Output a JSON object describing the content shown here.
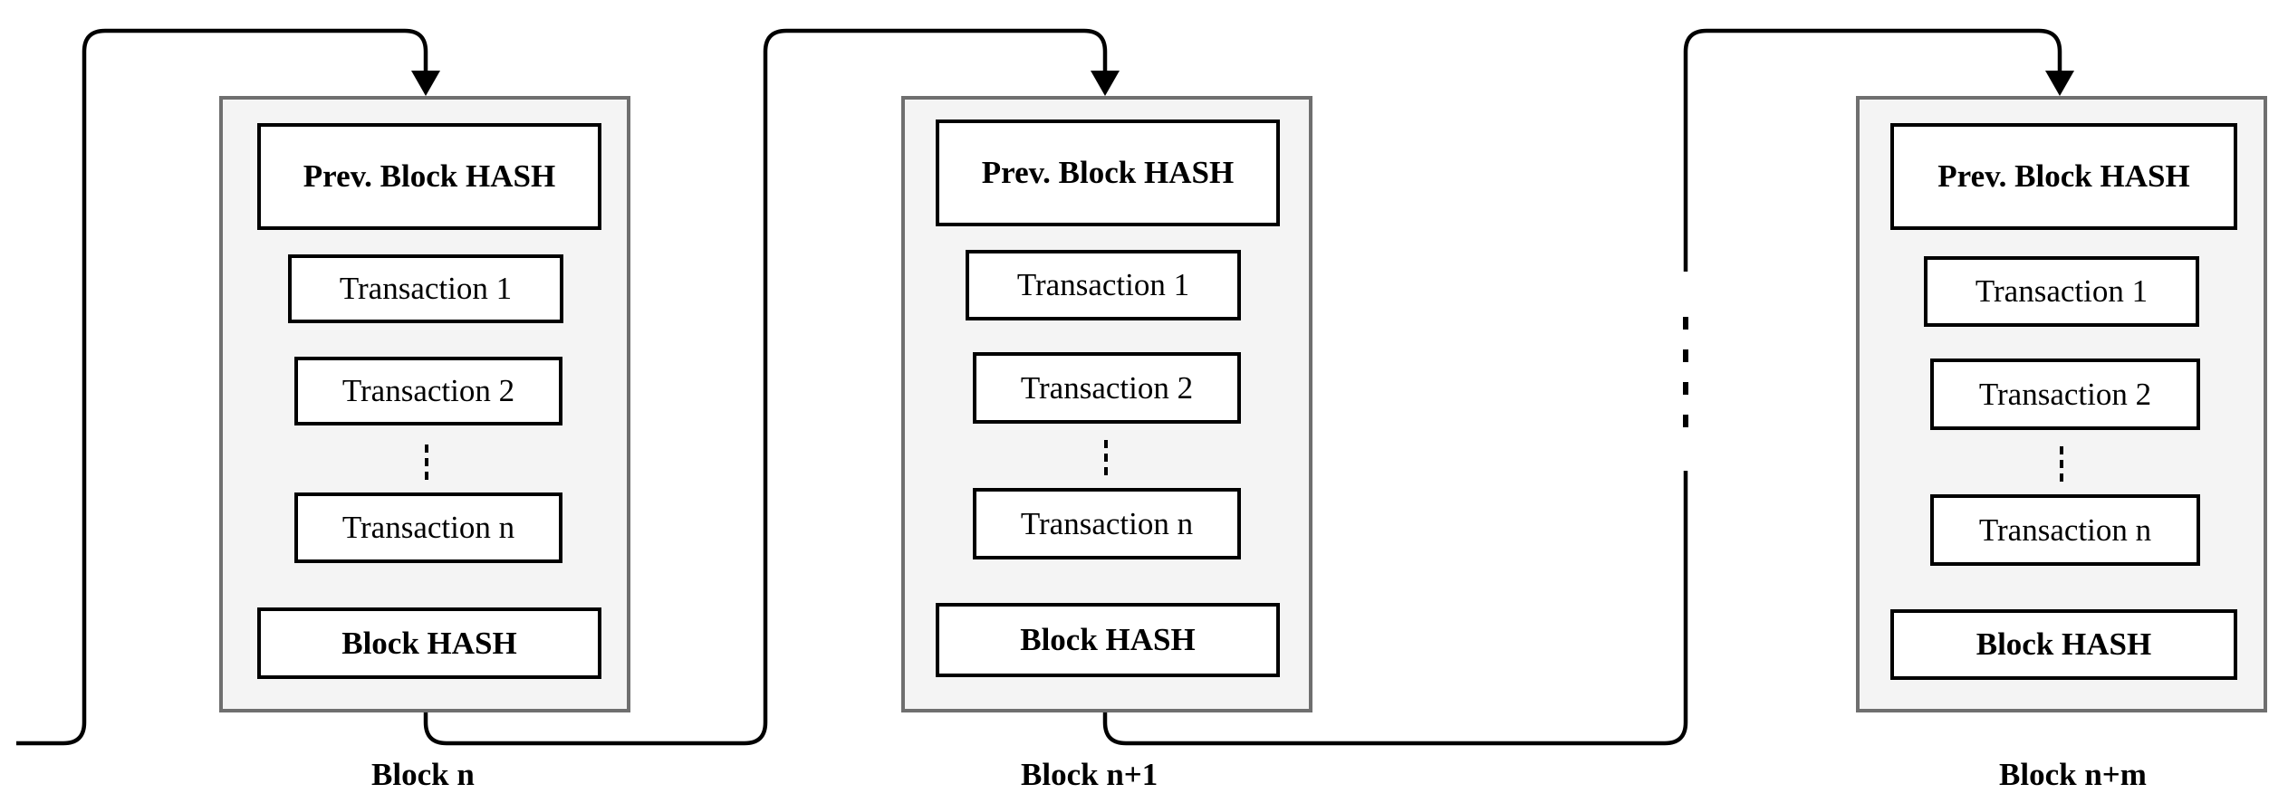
{
  "blocks": [
    {
      "caption": "Block n",
      "prev_hash_label": "Prev. Block HASH",
      "transactions": [
        "Transaction 1",
        "Transaction 2",
        "Transaction n"
      ],
      "block_hash_label": "Block HASH"
    },
    {
      "caption": "Block n+1",
      "prev_hash_label": "Prev. Block HASH",
      "transactions": [
        "Transaction 1",
        "Transaction 2",
        "Transaction n"
      ],
      "block_hash_label": "Block HASH"
    },
    {
      "caption": "Block n+m",
      "prev_hash_label": "Prev. Block HASH",
      "transactions": [
        "Transaction 1",
        "Transaction 2",
        "Transaction n"
      ],
      "block_hash_label": "Block HASH"
    }
  ],
  "colors": {
    "block_fill": "#f4f4f4",
    "block_border": "#6f6f6f",
    "box_border": "#000000",
    "connector": "#000000"
  }
}
